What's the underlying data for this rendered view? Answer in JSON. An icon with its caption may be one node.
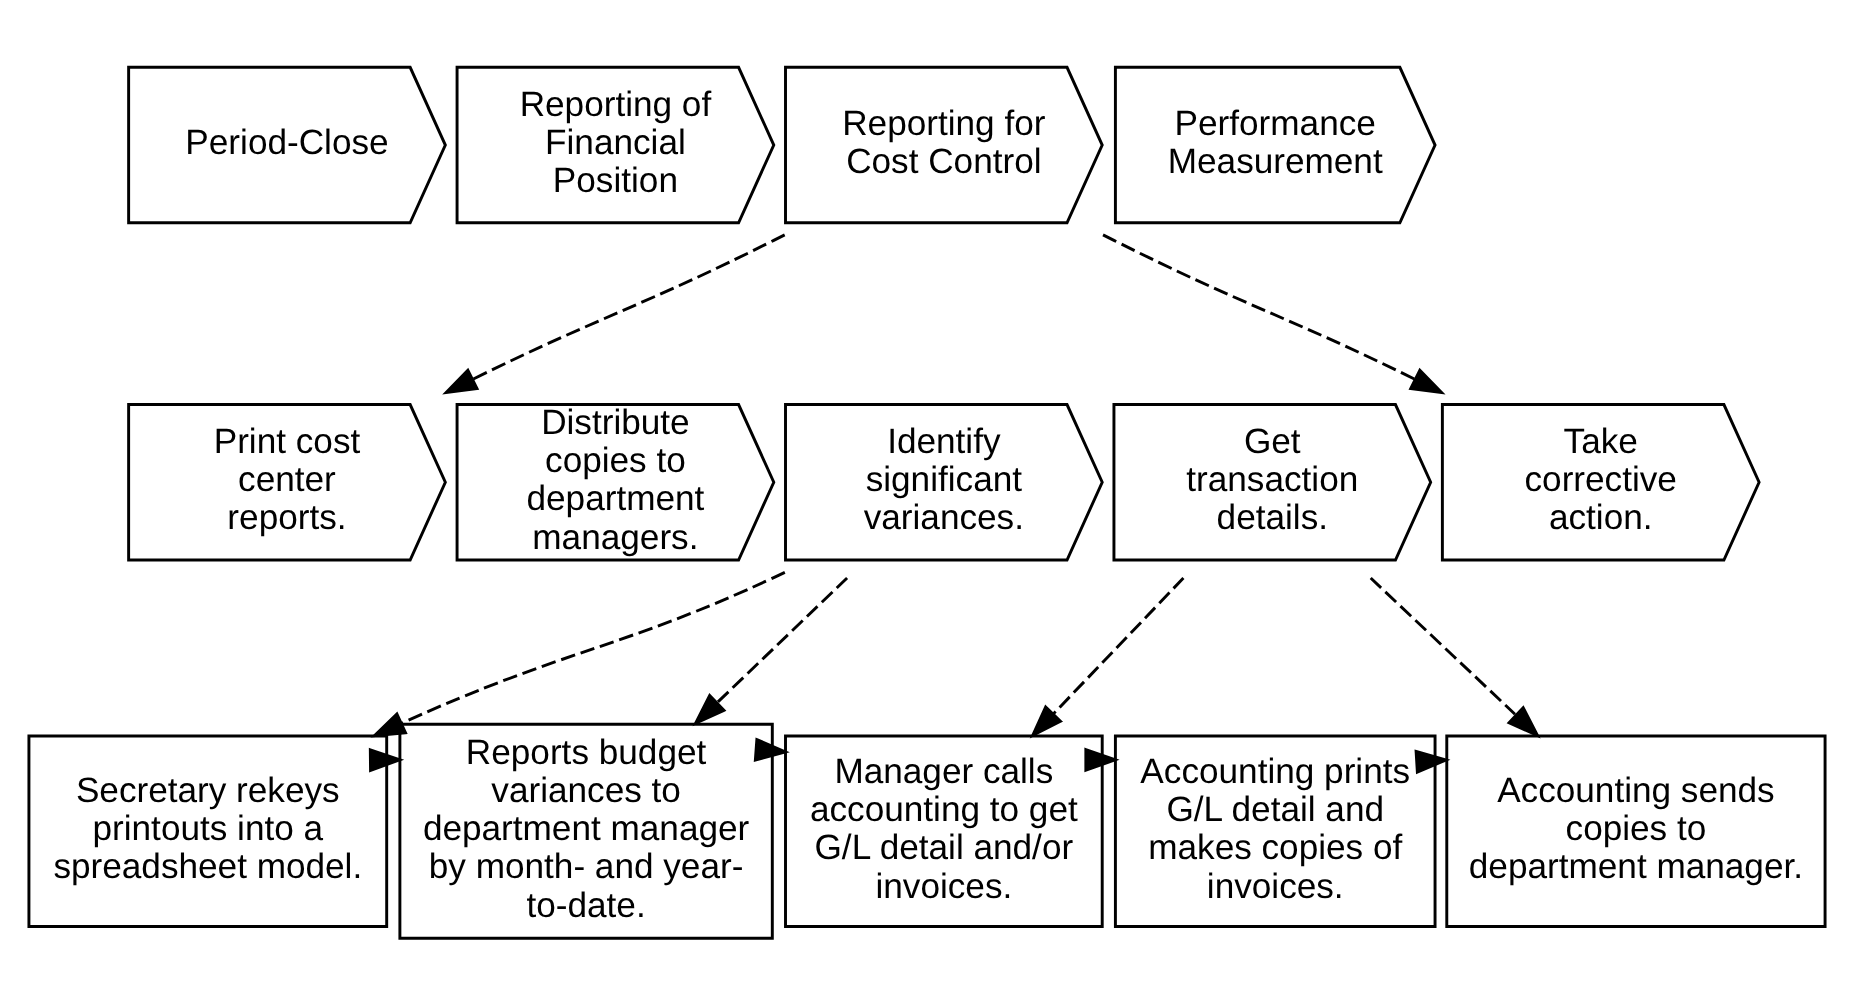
{
  "diagram": {
    "nodes": [
      {
        "text": [
          "Period-Close"
        ]
      },
      {
        "text": [
          "Reporting of Financial Position"
        ]
      },
      {
        "text": [
          "Reporting for Cost Control"
        ]
      },
      {
        "text": [
          "Performance Measurement"
        ]
      },
      {
        "text": [
          "Print cost center reports."
        ]
      },
      {
        "text": [
          "Distribute copies to department managers."
        ]
      },
      {
        "text": [
          "Identify significant variances."
        ]
      },
      {
        "text": [
          "Get transaction details."
        ]
      },
      {
        "text": [
          "Take corrective action."
        ]
      },
      {
        "text": [
          "Secretary rekeys printouts into a spreadsheet model."
        ]
      },
      {
        "text": [
          "Reports budget variances to department manager by month- and year-to-date."
        ]
      },
      {
        "text": [
          "Manager calls accounting to get G/L detail and/or invoices."
        ]
      },
      {
        "text": [
          "Accounting prints G/L detail and makes copies of invoices."
        ]
      },
      {
        "text": [
          "Accounting sends copies to department manager."
        ]
      }
    ],
    "edges": [
      {
        "from": 2,
        "to": 4,
        "arrow": "to",
        "style": "dashed"
      },
      {
        "from": 2,
        "to": 8,
        "arrow": "to",
        "style": "dashed"
      },
      {
        "from": 6,
        "to": 9,
        "arrow": "to",
        "style": "dashed"
      },
      {
        "from": 6,
        "to": 10,
        "arrow": "to",
        "style": "dashed"
      },
      {
        "from": 7,
        "to": 11,
        "arrow": "to",
        "style": "dashed"
      },
      {
        "from": 7,
        "to": 13,
        "arrow": "to",
        "style": "dashed"
      },
      {
        "from": 9,
        "to": 10,
        "arrow": "to"
      },
      {
        "from": 10,
        "to": 11,
        "arrow": "to"
      },
      {
        "from": 11,
        "to": 12,
        "arrow": "to"
      },
      {
        "from": 12,
        "to": 13,
        "arrow": "to"
      }
    ]
  }
}
